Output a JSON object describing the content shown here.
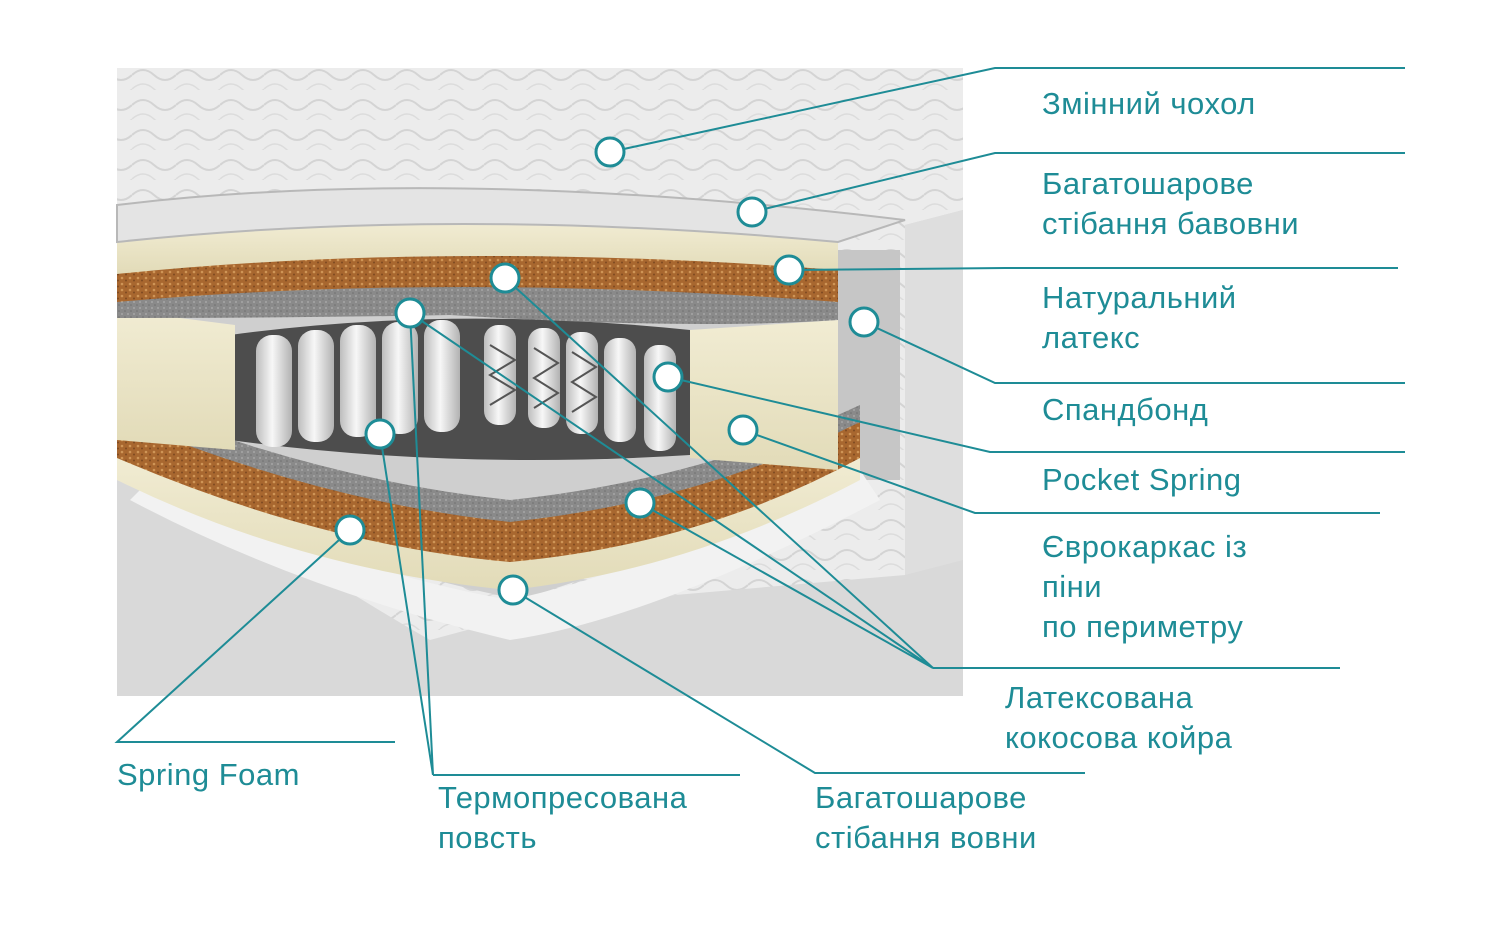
{
  "colors": {
    "accent": "#1e8c96",
    "coir": "#a86a35",
    "latex": "#ece6c8",
    "felt": "#8d8d8d",
    "cover": "#e9e9e9"
  },
  "labels": {
    "removable_cover": [
      "Змінний чохол"
    ],
    "cotton_quilting": [
      "Багатошарове",
      "стібання бавовни"
    ],
    "natural_latex": [
      "Натуральний",
      "латекс"
    ],
    "spunbond": [
      "Спандбонд"
    ],
    "pocket_spring": [
      "Pocket Spring"
    ],
    "foam_frame": [
      "Єврокаркас із",
      "піни",
      "по периметру"
    ],
    "latex_coir": [
      "Латексована",
      "кокосова койра"
    ],
    "spring_foam": [
      "Spring Foam"
    ],
    "thermo_felt": [
      "Термопресована",
      "повсть"
    ],
    "wool_quilting": [
      "Багатошарове",
      "стібання вовни"
    ]
  }
}
